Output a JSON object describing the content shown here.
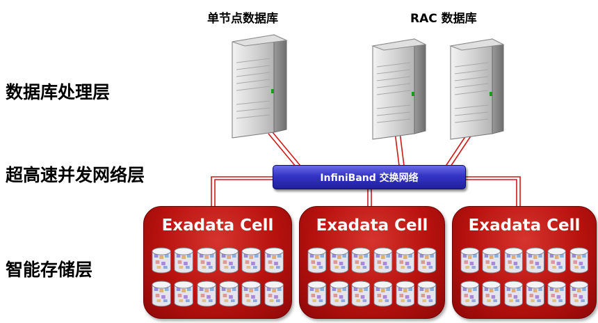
{
  "layers": {
    "db_processing": "数据库处理层",
    "network": "超高速并发网络层",
    "storage": "智能存储层"
  },
  "servers": {
    "single_node_label": "单节点数据库",
    "rac_label": "RAC 数据库"
  },
  "switch": {
    "label": "InfiniBand 交换网络"
  },
  "cells": [
    {
      "title": "Exadata Cell"
    },
    {
      "title": "Exadata Cell"
    },
    {
      "title": "Exadata Cell"
    }
  ],
  "colors": {
    "cell_red": "#b8120e",
    "link_red": "#d01818",
    "switch_blue": "#3434c4",
    "server_gray": "#c8c8c8"
  }
}
